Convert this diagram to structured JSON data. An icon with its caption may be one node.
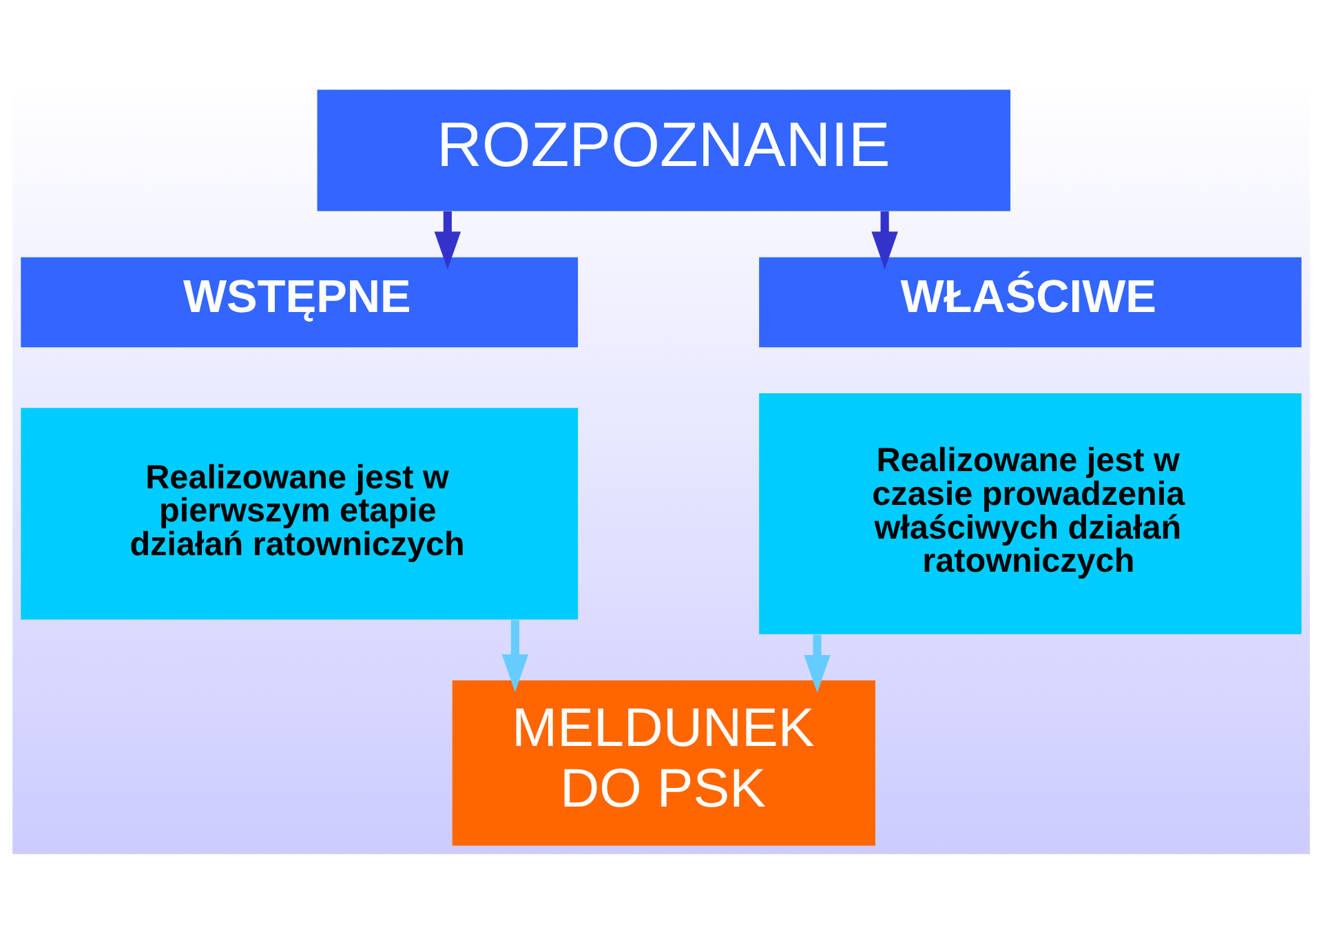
{
  "diagram": {
    "nodes": [
      {
        "text": [
          "ROZPOZNANIE"
        ]
      },
      {
        "text": [
          "WSTĘPNE"
        ]
      },
      {
        "text": [
          "Realizowane jest w pierwszym etapie działań ratowniczych"
        ]
      },
      {
        "text": [
          "WŁAŚCIWE"
        ]
      },
      {
        "text": [
          "Realizowane jest w czasie prowadzenia właściwych działań ratowniczych"
        ]
      },
      {
        "text": [
          "MELDUNEK DO PSK"
        ]
      }
    ],
    "edges": [
      {
        "from": 0,
        "to": 1,
        "arrow": "to",
        "color": "#3333cc"
      },
      {
        "from": 0,
        "to": 3,
        "arrow": "to",
        "color": "#3333cc"
      },
      {
        "from": 2,
        "to": 5,
        "arrow": "to",
        "color": "#66ccff"
      },
      {
        "from": 4,
        "to": 5,
        "arrow": "to",
        "color": "#66ccff"
      }
    ]
  }
}
